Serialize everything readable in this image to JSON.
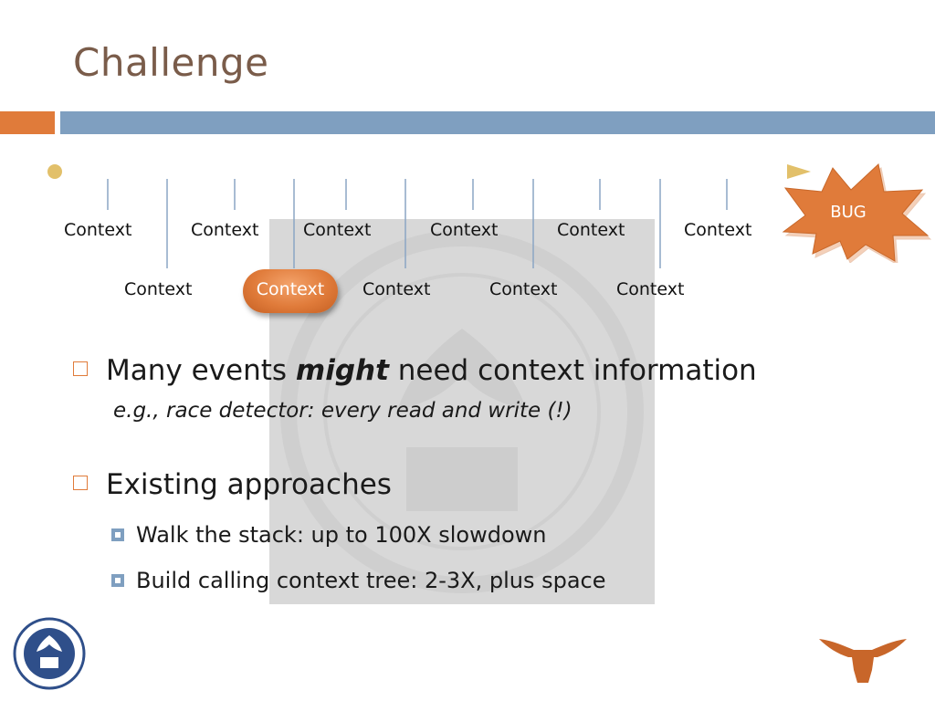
{
  "slide": {
    "title": "Challenge"
  },
  "timeline": {
    "top_contexts": [
      "Context",
      "Context",
      "Context",
      "Context",
      "Context",
      "Context"
    ],
    "bottom_contexts": [
      "Context",
      "Context",
      "Context",
      "Context",
      "Context"
    ],
    "highlighted_context": "Context",
    "end_label": "BUG"
  },
  "bullets": {
    "b1_prefix": "Many events ",
    "b1_emph": "might",
    "b1_suffix": " need context information",
    "b1_sub": "e.g., race detector: every read and write (!)",
    "b2": "Existing approaches",
    "b2_sub": [
      "Walk the stack: up to 100X slowdown",
      "Build calling context tree: 2-3X, plus space"
    ]
  },
  "colors": {
    "accent_orange": "#e07b3a",
    "accent_blue": "#7f9fc0",
    "title_brown": "#7a5c4a",
    "timeline_gold": "#e8c97a"
  },
  "icons": {
    "bottom_left": "university-seal-icon",
    "bottom_right": "longhorn-logo-icon"
  }
}
